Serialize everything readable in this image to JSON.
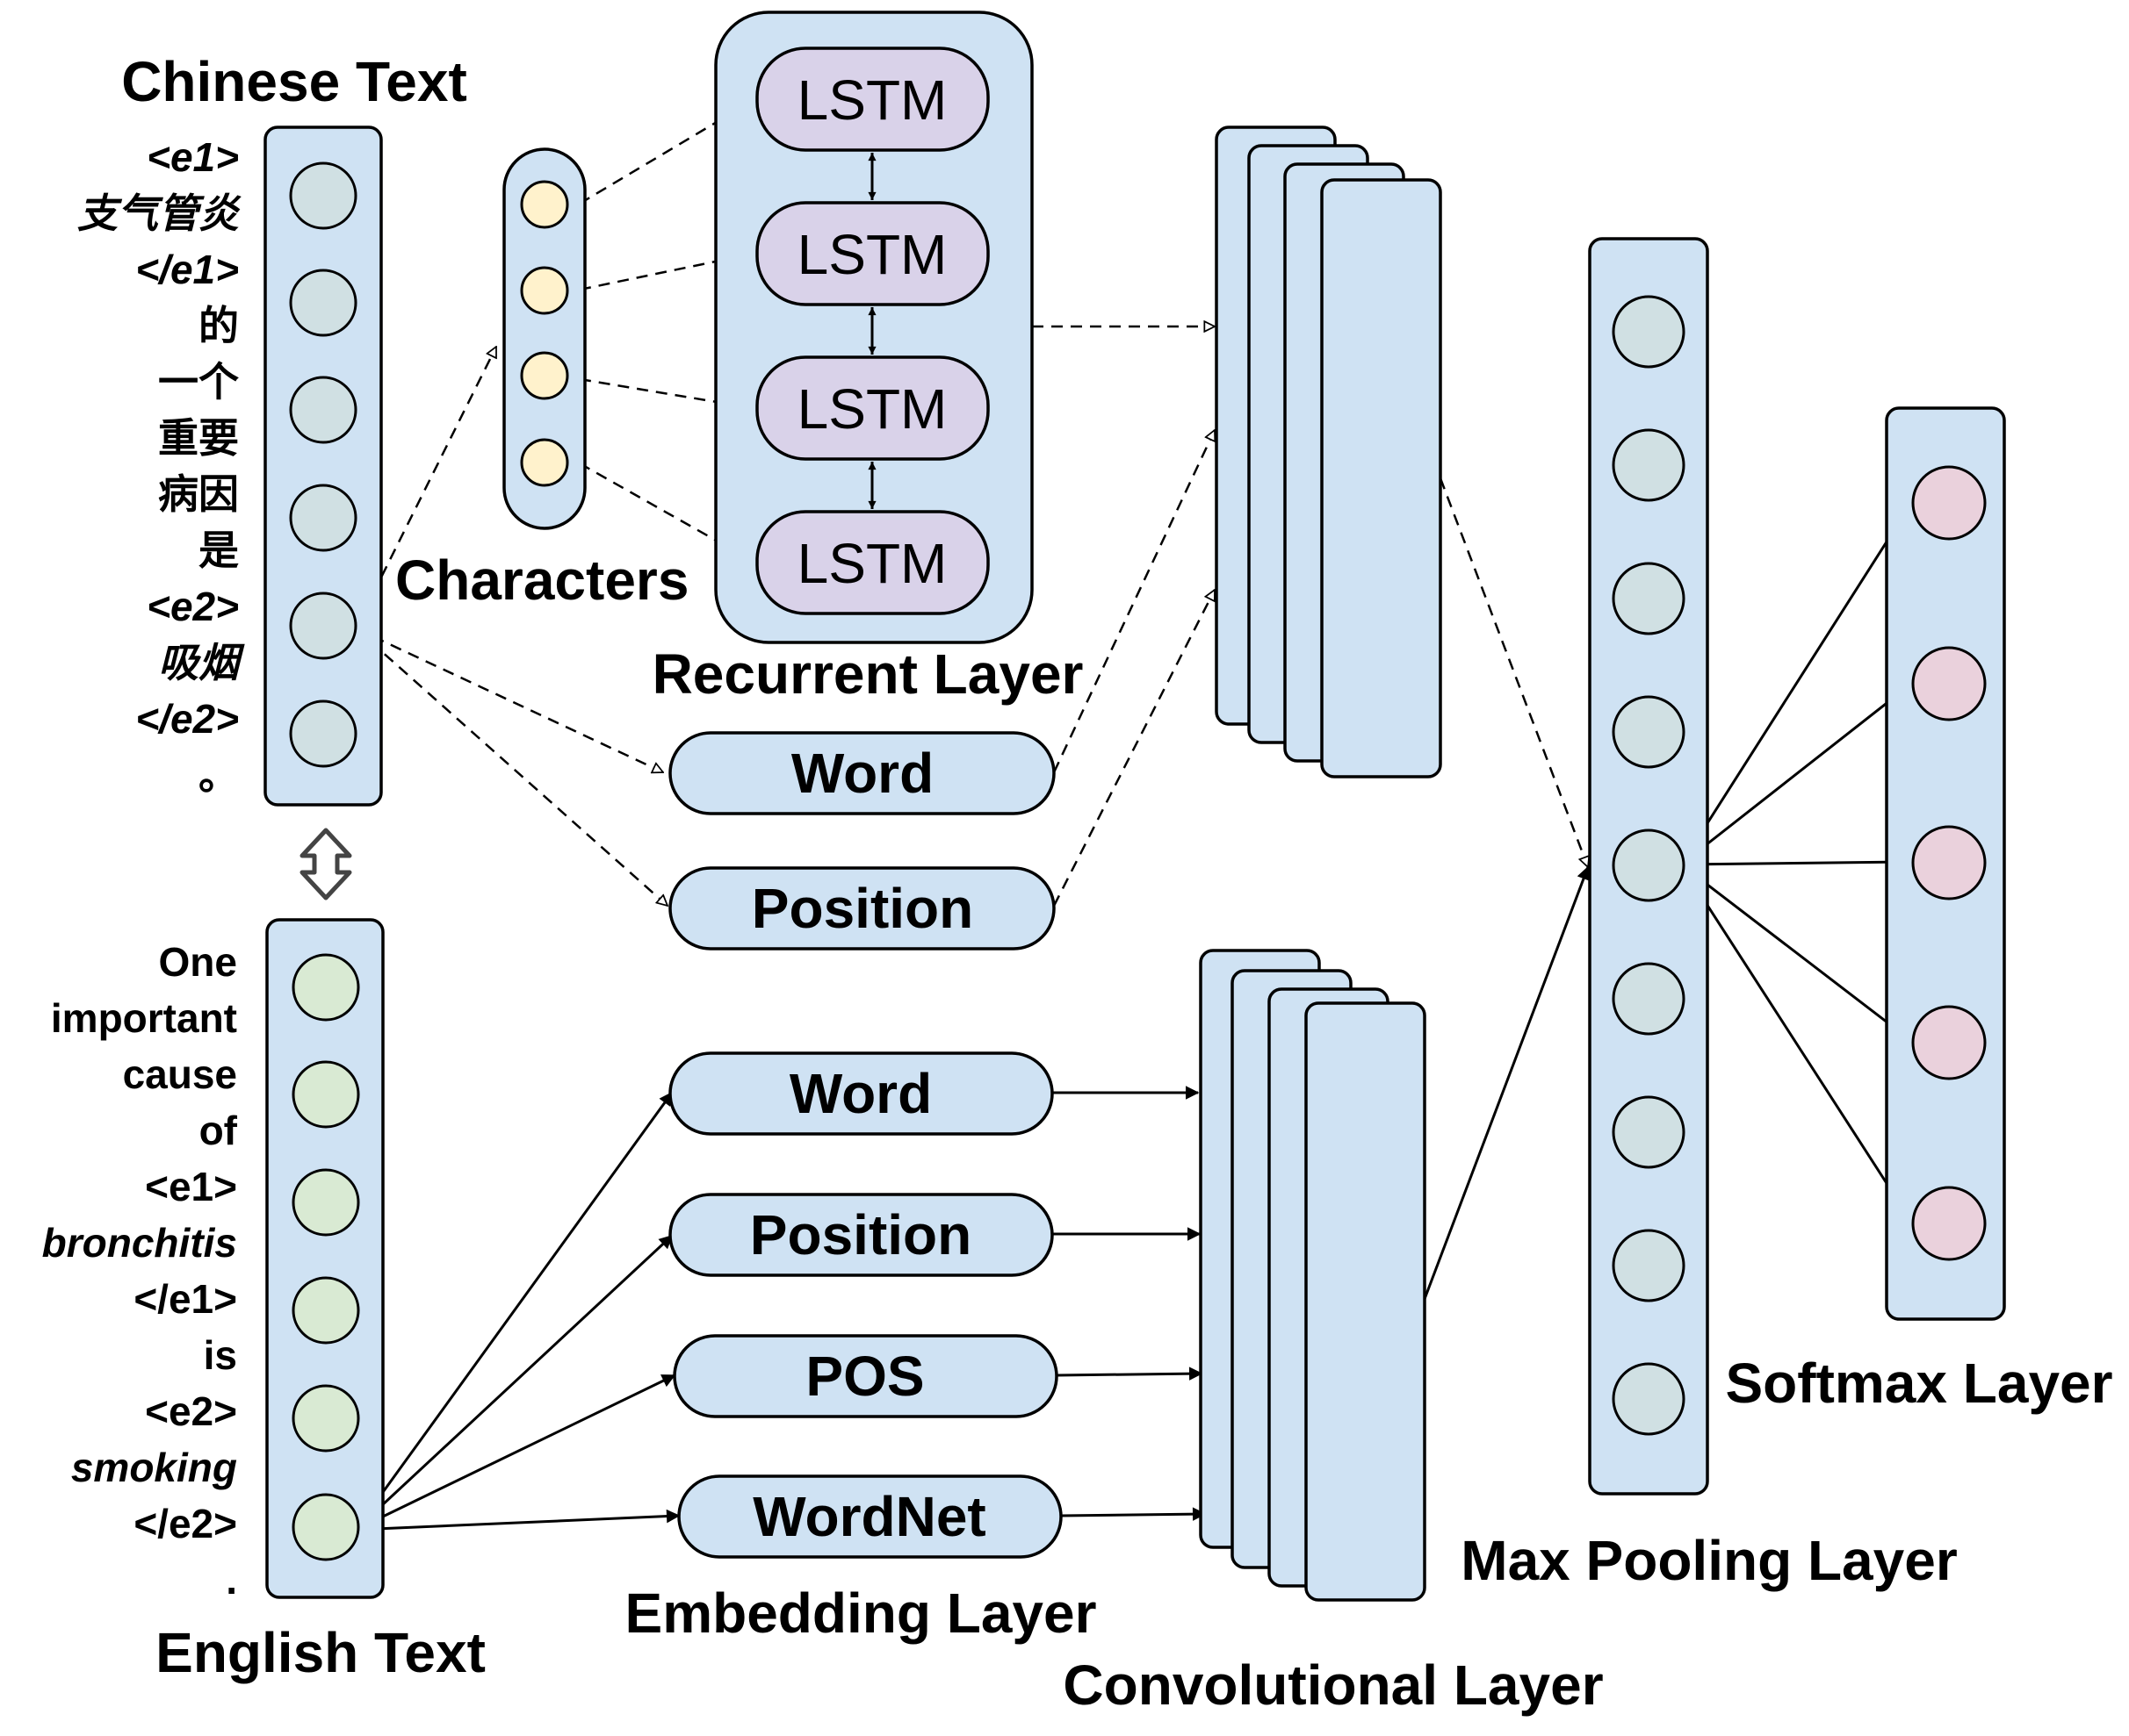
{
  "labels": {
    "chinese_text": "Chinese Text",
    "english_text": "English Text",
    "characters": "Characters",
    "recurrent_layer": "Recurrent Layer",
    "embedding_layer": "Embedding Layer",
    "convolutional_layer": "Convolutional Layer",
    "max_pooling_layer": "Max Pooling Layer",
    "softmax_layer": "Softmax Layer"
  },
  "chinese_tokens": [
    {
      "text": "<e1>",
      "italic": true
    },
    {
      "text": "支气管炎",
      "italic": true
    },
    {
      "text": "</e1>",
      "italic": true
    },
    {
      "text": "的",
      "italic": false
    },
    {
      "text": "一个",
      "italic": false
    },
    {
      "text": "重要",
      "italic": false
    },
    {
      "text": "病因",
      "italic": false
    },
    {
      "text": "是",
      "italic": false
    },
    {
      "text": "<e2>",
      "italic": true
    },
    {
      "text": "吸烟",
      "italic": true
    },
    {
      "text": "</e2>",
      "italic": true
    },
    {
      "text": "。",
      "italic": false
    }
  ],
  "english_tokens": [
    {
      "text": "One",
      "italic": false
    },
    {
      "text": "important",
      "italic": false
    },
    {
      "text": "cause",
      "italic": false
    },
    {
      "text": "of",
      "italic": false
    },
    {
      "text": "<e1>",
      "italic": false
    },
    {
      "text": "bronchitis",
      "italic": true
    },
    {
      "text": "</e1>",
      "italic": false
    },
    {
      "text": "is",
      "italic": false
    },
    {
      "text": "<e2>",
      "italic": false
    },
    {
      "text": "smoking",
      "italic": true
    },
    {
      "text": "</e2>",
      "italic": false
    },
    {
      "text": ".",
      "italic": false
    }
  ],
  "lstm_cells": [
    "LSTM",
    "LSTM",
    "LSTM",
    "LSTM"
  ],
  "chinese_embeddings": [
    "Word",
    "Position"
  ],
  "english_embeddings": [
    "Word",
    "Position",
    "POS",
    "WordNet"
  ],
  "colors": {
    "panel": "#cfe2f3",
    "lstm": "#d9d2e9",
    "chinese_node": "#d0e0e3",
    "english_node": "#d9ead3",
    "character_node": "#fff2cc",
    "softmax_node": "#ead1dc"
  },
  "icons": {
    "bidirectional": "up-down-arrow-icon"
  }
}
